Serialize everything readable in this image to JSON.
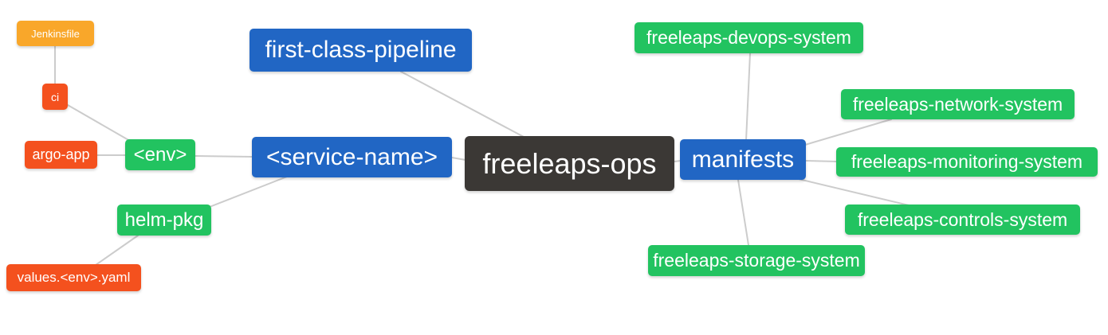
{
  "diagram": {
    "type": "mindmap",
    "root": "freeleaps_ops",
    "colors": {
      "root_dark": "#3b3835",
      "branch_blue": "#2166c4",
      "leaf_green": "#22c360",
      "leaf_orange": "#f9a72a",
      "leaf_red": "#f4511e",
      "edge_gray": "#cccccc",
      "text_white": "#ffffff"
    },
    "nodes": {
      "jenkinsfile": {
        "label": "Jenkinsfile",
        "color": "#f9a72a"
      },
      "ci": {
        "label": "ci",
        "color": "#f4511e"
      },
      "argo_app": {
        "label": "argo-app",
        "color": "#f4511e"
      },
      "env": {
        "label": "<env>",
        "color": "#22c360"
      },
      "helm_pkg": {
        "label": "helm-pkg",
        "color": "#22c360"
      },
      "values_env_yaml": {
        "label": "values.<env>.yaml",
        "color": "#f4511e"
      },
      "first_class_pipeline": {
        "label": "first-class-pipeline",
        "color": "#2166c4"
      },
      "service_name": {
        "label": "<service-name>",
        "color": "#2166c4"
      },
      "freeleaps_ops": {
        "label": "freeleaps-ops",
        "color": "#3b3835"
      },
      "manifests": {
        "label": "manifests",
        "color": "#2166c4"
      },
      "devops_system": {
        "label": "freeleaps-devops-system",
        "color": "#22c360"
      },
      "network_system": {
        "label": "freeleaps-network-system",
        "color": "#22c360"
      },
      "monitoring_system": {
        "label": "freeleaps-monitoring-system",
        "color": "#22c360"
      },
      "controls_system": {
        "label": "freeleaps-controls-system",
        "color": "#22c360"
      },
      "storage_system": {
        "label": "freeleaps-storage-system",
        "color": "#22c360"
      }
    },
    "edges": [
      {
        "from": "jenkinsfile",
        "to": "ci"
      },
      {
        "from": "ci",
        "to": "env"
      },
      {
        "from": "argo_app",
        "to": "env"
      },
      {
        "from": "env",
        "to": "service_name"
      },
      {
        "from": "helm_pkg",
        "to": "service_name"
      },
      {
        "from": "values_env_yaml",
        "to": "helm_pkg"
      },
      {
        "from": "first_class_pipeline",
        "to": "freeleaps_ops"
      },
      {
        "from": "service_name",
        "to": "freeleaps_ops"
      },
      {
        "from": "freeleaps_ops",
        "to": "manifests"
      },
      {
        "from": "manifests",
        "to": "devops_system"
      },
      {
        "from": "manifests",
        "to": "network_system"
      },
      {
        "from": "manifests",
        "to": "monitoring_system"
      },
      {
        "from": "manifests",
        "to": "controls_system"
      },
      {
        "from": "manifests",
        "to": "storage_system"
      }
    ]
  }
}
